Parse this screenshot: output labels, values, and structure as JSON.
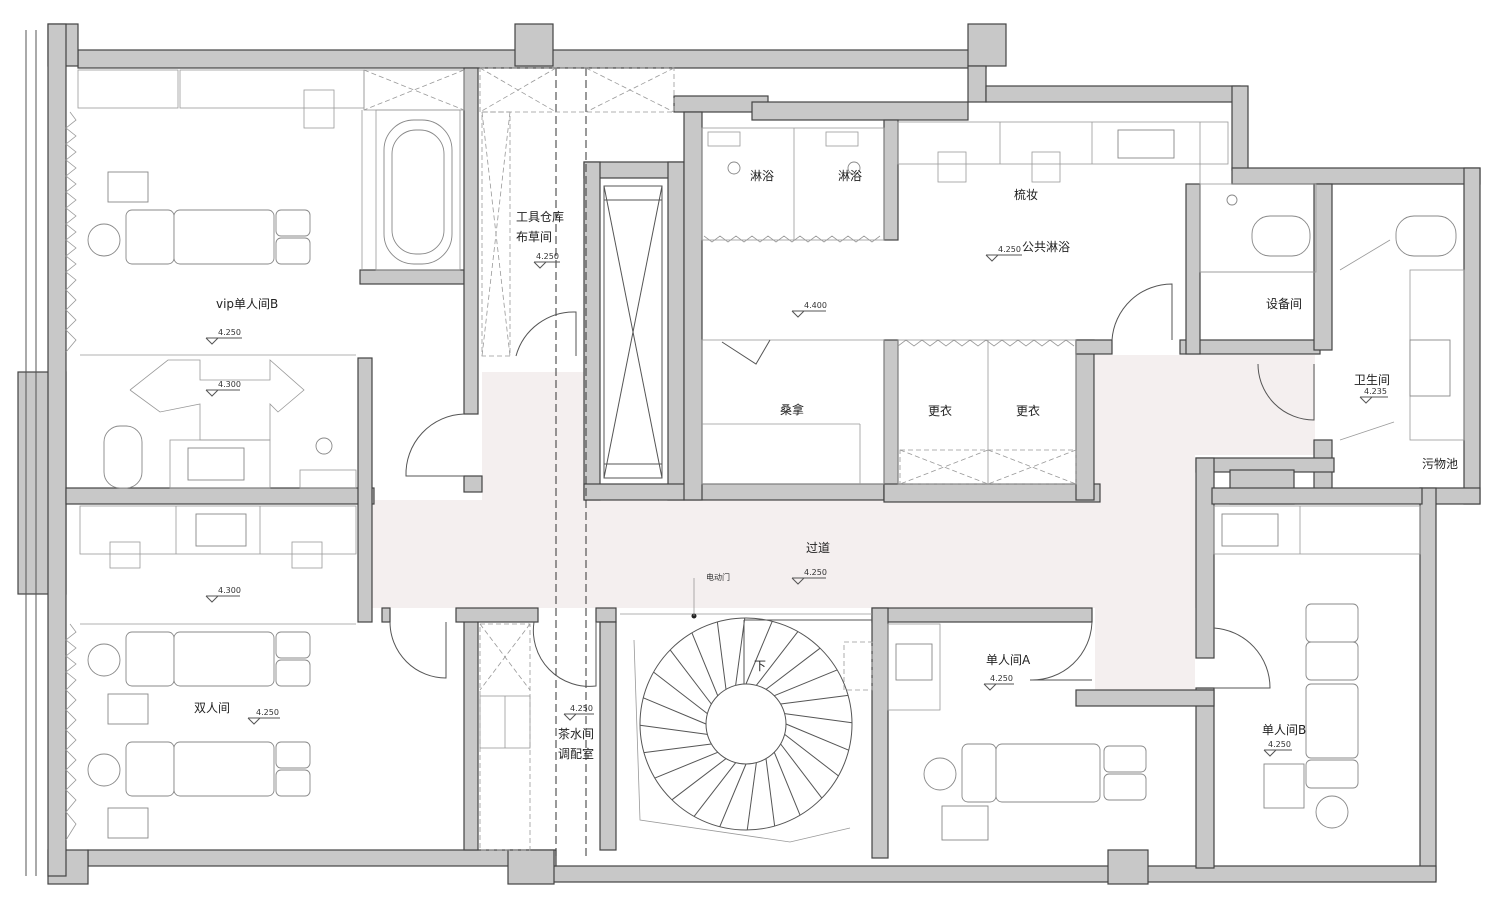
{
  "rooms": {
    "vip_b": "vip单人间B",
    "tool_store": "工具仓库",
    "linen_room": "布草间",
    "shower_1": "淋浴",
    "shower_2": "淋浴",
    "makeup": "梳妆",
    "public_shower": "公共淋浴",
    "equipment": "设备间",
    "restroom": "卫生间",
    "sauna": "桑拿",
    "change_1": "更衣",
    "change_2": "更衣",
    "sewage": "污物池",
    "corridor": "过道",
    "electric_door": "电动门",
    "double_room": "双人间",
    "tea_room_1": "茶水间",
    "tea_room_2": "调配室",
    "stairs_down": "下",
    "single_a": "单人间A",
    "single_b": "单人间B"
  },
  "elevations": {
    "vip_b": "4.250",
    "vip_bath": "4.300",
    "tool_store": "4.250",
    "shower": "4.400",
    "public_shower": "4.250",
    "restroom": "4.235",
    "corridor": "4.250",
    "double_bath": "4.300",
    "double_room": "4.250",
    "tea_room": "4.250",
    "single_a": "4.250",
    "single_b": "4.250"
  }
}
